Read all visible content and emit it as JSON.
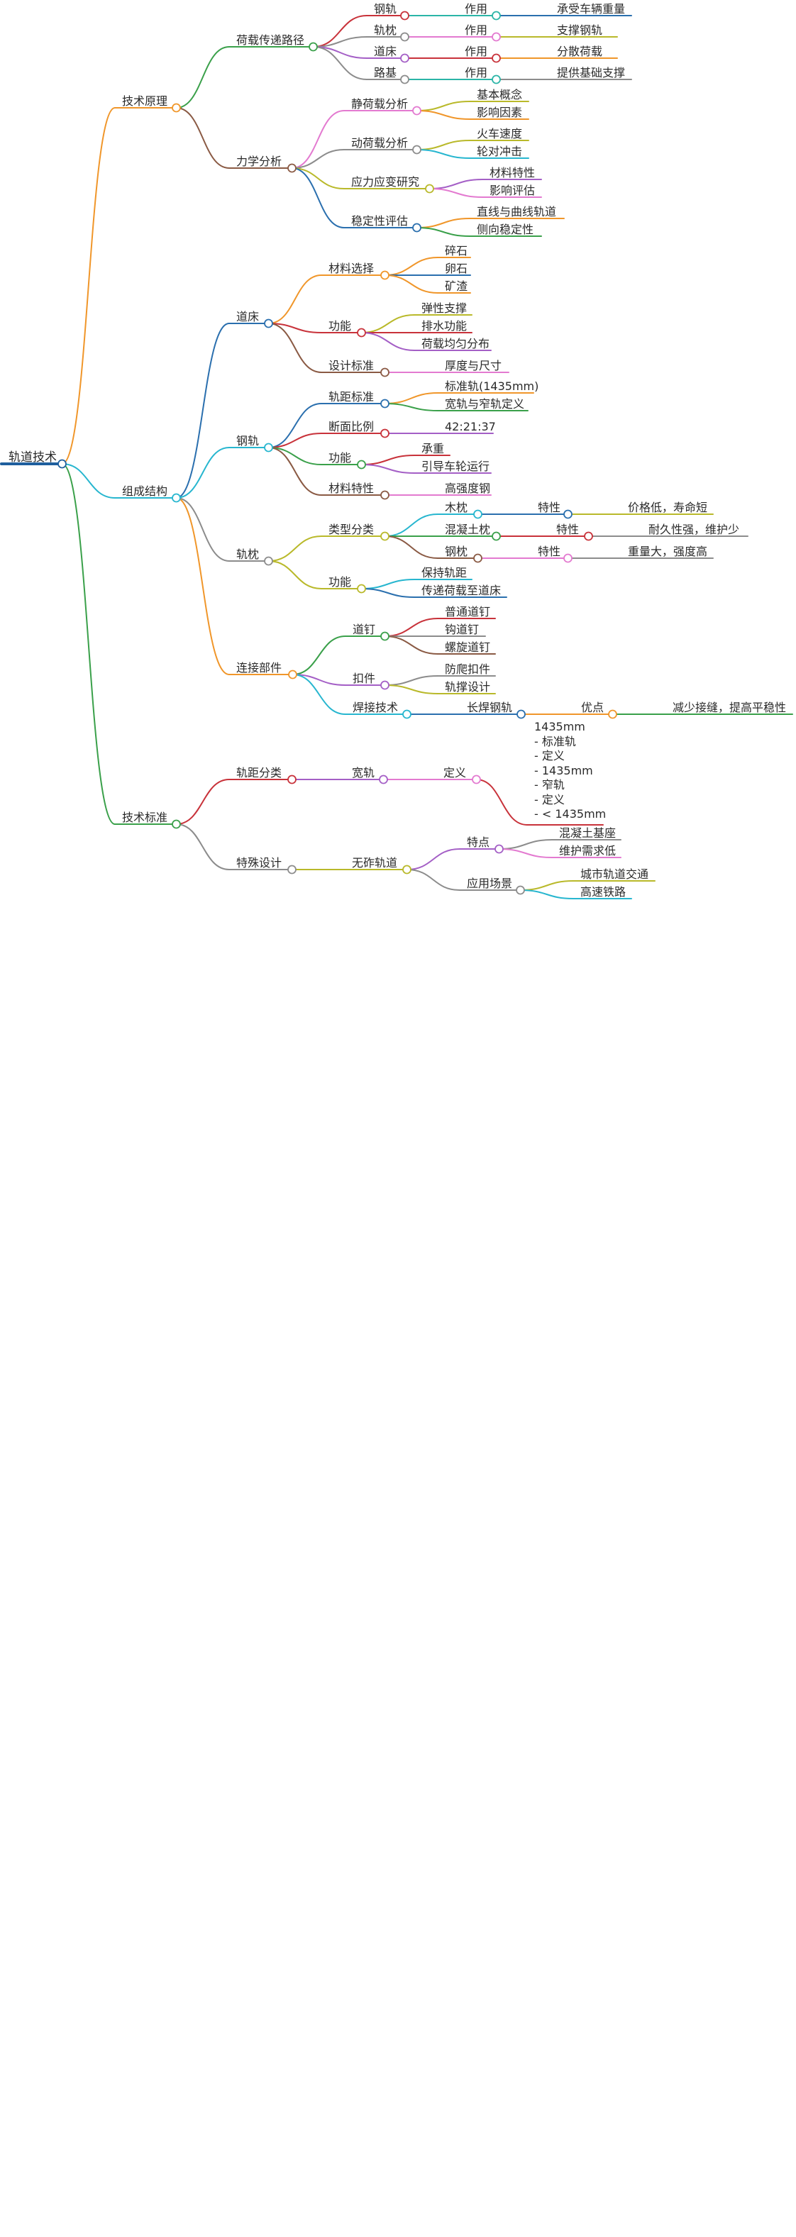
{
  "mindmap": {
    "root": "轨道技术",
    "colors": {
      "root": "#1f5f9e",
      "orange": "#f0962a",
      "cyan": "#27b6cf",
      "green": "#3aa04a",
      "brown": "#8a5a44",
      "olive": "#b9b92a",
      "blue": "#2a6fae",
      "purple": "#a45fc6",
      "pink": "#e37ad0",
      "red": "#c8323a",
      "gray": "#8c8c8c",
      "teal": "#2bb5a7",
      "darkgreen": "#247a3c"
    },
    "nodes": [
      {
        "id": "n0",
        "text": "轨道技术"
      },
      {
        "id": "n1",
        "text": "技术原理"
      },
      {
        "id": "n2",
        "text": "荷载传递路径"
      },
      {
        "id": "n3",
        "text": "钢轨"
      },
      {
        "id": "n4",
        "text": "作用"
      },
      {
        "id": "n5",
        "text": "承受车辆重量"
      },
      {
        "id": "n6",
        "text": "轨枕"
      },
      {
        "id": "n7",
        "text": "作用"
      },
      {
        "id": "n8",
        "text": "支撑钢轨"
      },
      {
        "id": "n9",
        "text": "道床"
      },
      {
        "id": "n10",
        "text": "作用"
      },
      {
        "id": "n11",
        "text": "分散荷载"
      },
      {
        "id": "n12",
        "text": "路基"
      },
      {
        "id": "n13",
        "text": "作用"
      },
      {
        "id": "n14",
        "text": "提供基础支撑"
      },
      {
        "id": "n15",
        "text": "力学分析"
      },
      {
        "id": "n16",
        "text": "静荷载分析"
      },
      {
        "id": "n17",
        "text": "基本概念"
      },
      {
        "id": "n18",
        "text": "影响因素"
      },
      {
        "id": "n19",
        "text": "动荷载分析"
      },
      {
        "id": "n20",
        "text": "火车速度"
      },
      {
        "id": "n21",
        "text": "轮对冲击"
      },
      {
        "id": "n22",
        "text": "应力应变研究"
      },
      {
        "id": "n23",
        "text": "材料特性"
      },
      {
        "id": "n24",
        "text": "影响评估"
      },
      {
        "id": "n25",
        "text": "稳定性评估"
      },
      {
        "id": "n26",
        "text": "直线与曲线轨道"
      },
      {
        "id": "n27",
        "text": "侧向稳定性"
      },
      {
        "id": "n28",
        "text": "组成结构"
      },
      {
        "id": "n29",
        "text": "道床"
      },
      {
        "id": "n30",
        "text": "材料选择"
      },
      {
        "id": "n31",
        "text": "碎石"
      },
      {
        "id": "n32",
        "text": "卵石"
      },
      {
        "id": "n33",
        "text": "矿渣"
      },
      {
        "id": "n34",
        "text": "功能"
      },
      {
        "id": "n35",
        "text": "弹性支撑"
      },
      {
        "id": "n36",
        "text": "排水功能"
      },
      {
        "id": "n37",
        "text": "荷载均匀分布"
      },
      {
        "id": "n38",
        "text": "设计标准"
      },
      {
        "id": "n39",
        "text": "厚度与尺寸"
      },
      {
        "id": "n40",
        "text": "钢轨"
      },
      {
        "id": "n41",
        "text": "轨距标准"
      },
      {
        "id": "n42",
        "text": "标准轨(1435mm)"
      },
      {
        "id": "n43",
        "text": "宽轨与窄轨定义"
      },
      {
        "id": "n44",
        "text": "断面比例"
      },
      {
        "id": "n45",
        "text": "42:21:37"
      },
      {
        "id": "n46",
        "text": "功能"
      },
      {
        "id": "n47",
        "text": "承重"
      },
      {
        "id": "n48",
        "text": "引导车轮运行"
      },
      {
        "id": "n49",
        "text": "材料特性"
      },
      {
        "id": "n50",
        "text": "高强度钢"
      },
      {
        "id": "n51",
        "text": "轨枕"
      },
      {
        "id": "n52",
        "text": "类型分类"
      },
      {
        "id": "n53",
        "text": "木枕"
      },
      {
        "id": "n54",
        "text": "特性"
      },
      {
        "id": "n55",
        "text": "价格低，寿命短"
      },
      {
        "id": "n56",
        "text": "混凝土枕"
      },
      {
        "id": "n57",
        "text": "特性"
      },
      {
        "id": "n58",
        "text": "耐久性强，维护少"
      },
      {
        "id": "n59",
        "text": "钢枕"
      },
      {
        "id": "n60",
        "text": "特性"
      },
      {
        "id": "n61",
        "text": "重量大，强度高"
      },
      {
        "id": "n62",
        "text": "功能"
      },
      {
        "id": "n63",
        "text": "保持轨距"
      },
      {
        "id": "n64",
        "text": "传递荷载至道床"
      },
      {
        "id": "n65",
        "text": "连接部件"
      },
      {
        "id": "n66",
        "text": "道钉"
      },
      {
        "id": "n67",
        "text": "普通道钉"
      },
      {
        "id": "n68",
        "text": "钩道钉"
      },
      {
        "id": "n69",
        "text": "螺旋道钉"
      },
      {
        "id": "n70",
        "text": "扣件"
      },
      {
        "id": "n71",
        "text": "防爬扣件"
      },
      {
        "id": "n72",
        "text": "轨撑设计"
      },
      {
        "id": "n73",
        "text": "焊接技术"
      },
      {
        "id": "n74",
        "text": "长焊钢轨"
      },
      {
        "id": "n75",
        "text": "优点"
      },
      {
        "id": "n76",
        "text": "减少接缝，提高平稳性"
      },
      {
        "id": "n77",
        "text": "技术标准"
      },
      {
        "id": "n78",
        "text": "轨距分类"
      },
      {
        "id": "n79",
        "text": "宽轨"
      },
      {
        "id": "n80",
        "text": "定义"
      },
      {
        "id": "n81",
        "text": "1435mm\n- 标准轨\n- 定义\n- 1435mm\n- 窄轨\n- 定义\n- < 1435mm"
      },
      {
        "id": "n82",
        "text": "特殊设计"
      },
      {
        "id": "n83",
        "text": "无砟轨道"
      },
      {
        "id": "n84",
        "text": "特点"
      },
      {
        "id": "n85",
        "text": "混凝土基座"
      },
      {
        "id": "n86",
        "text": "维护需求低"
      },
      {
        "id": "n87",
        "text": "应用场景"
      },
      {
        "id": "n88",
        "text": "城市轨道交通"
      },
      {
        "id": "n89",
        "text": "高速铁路"
      }
    ]
  }
}
